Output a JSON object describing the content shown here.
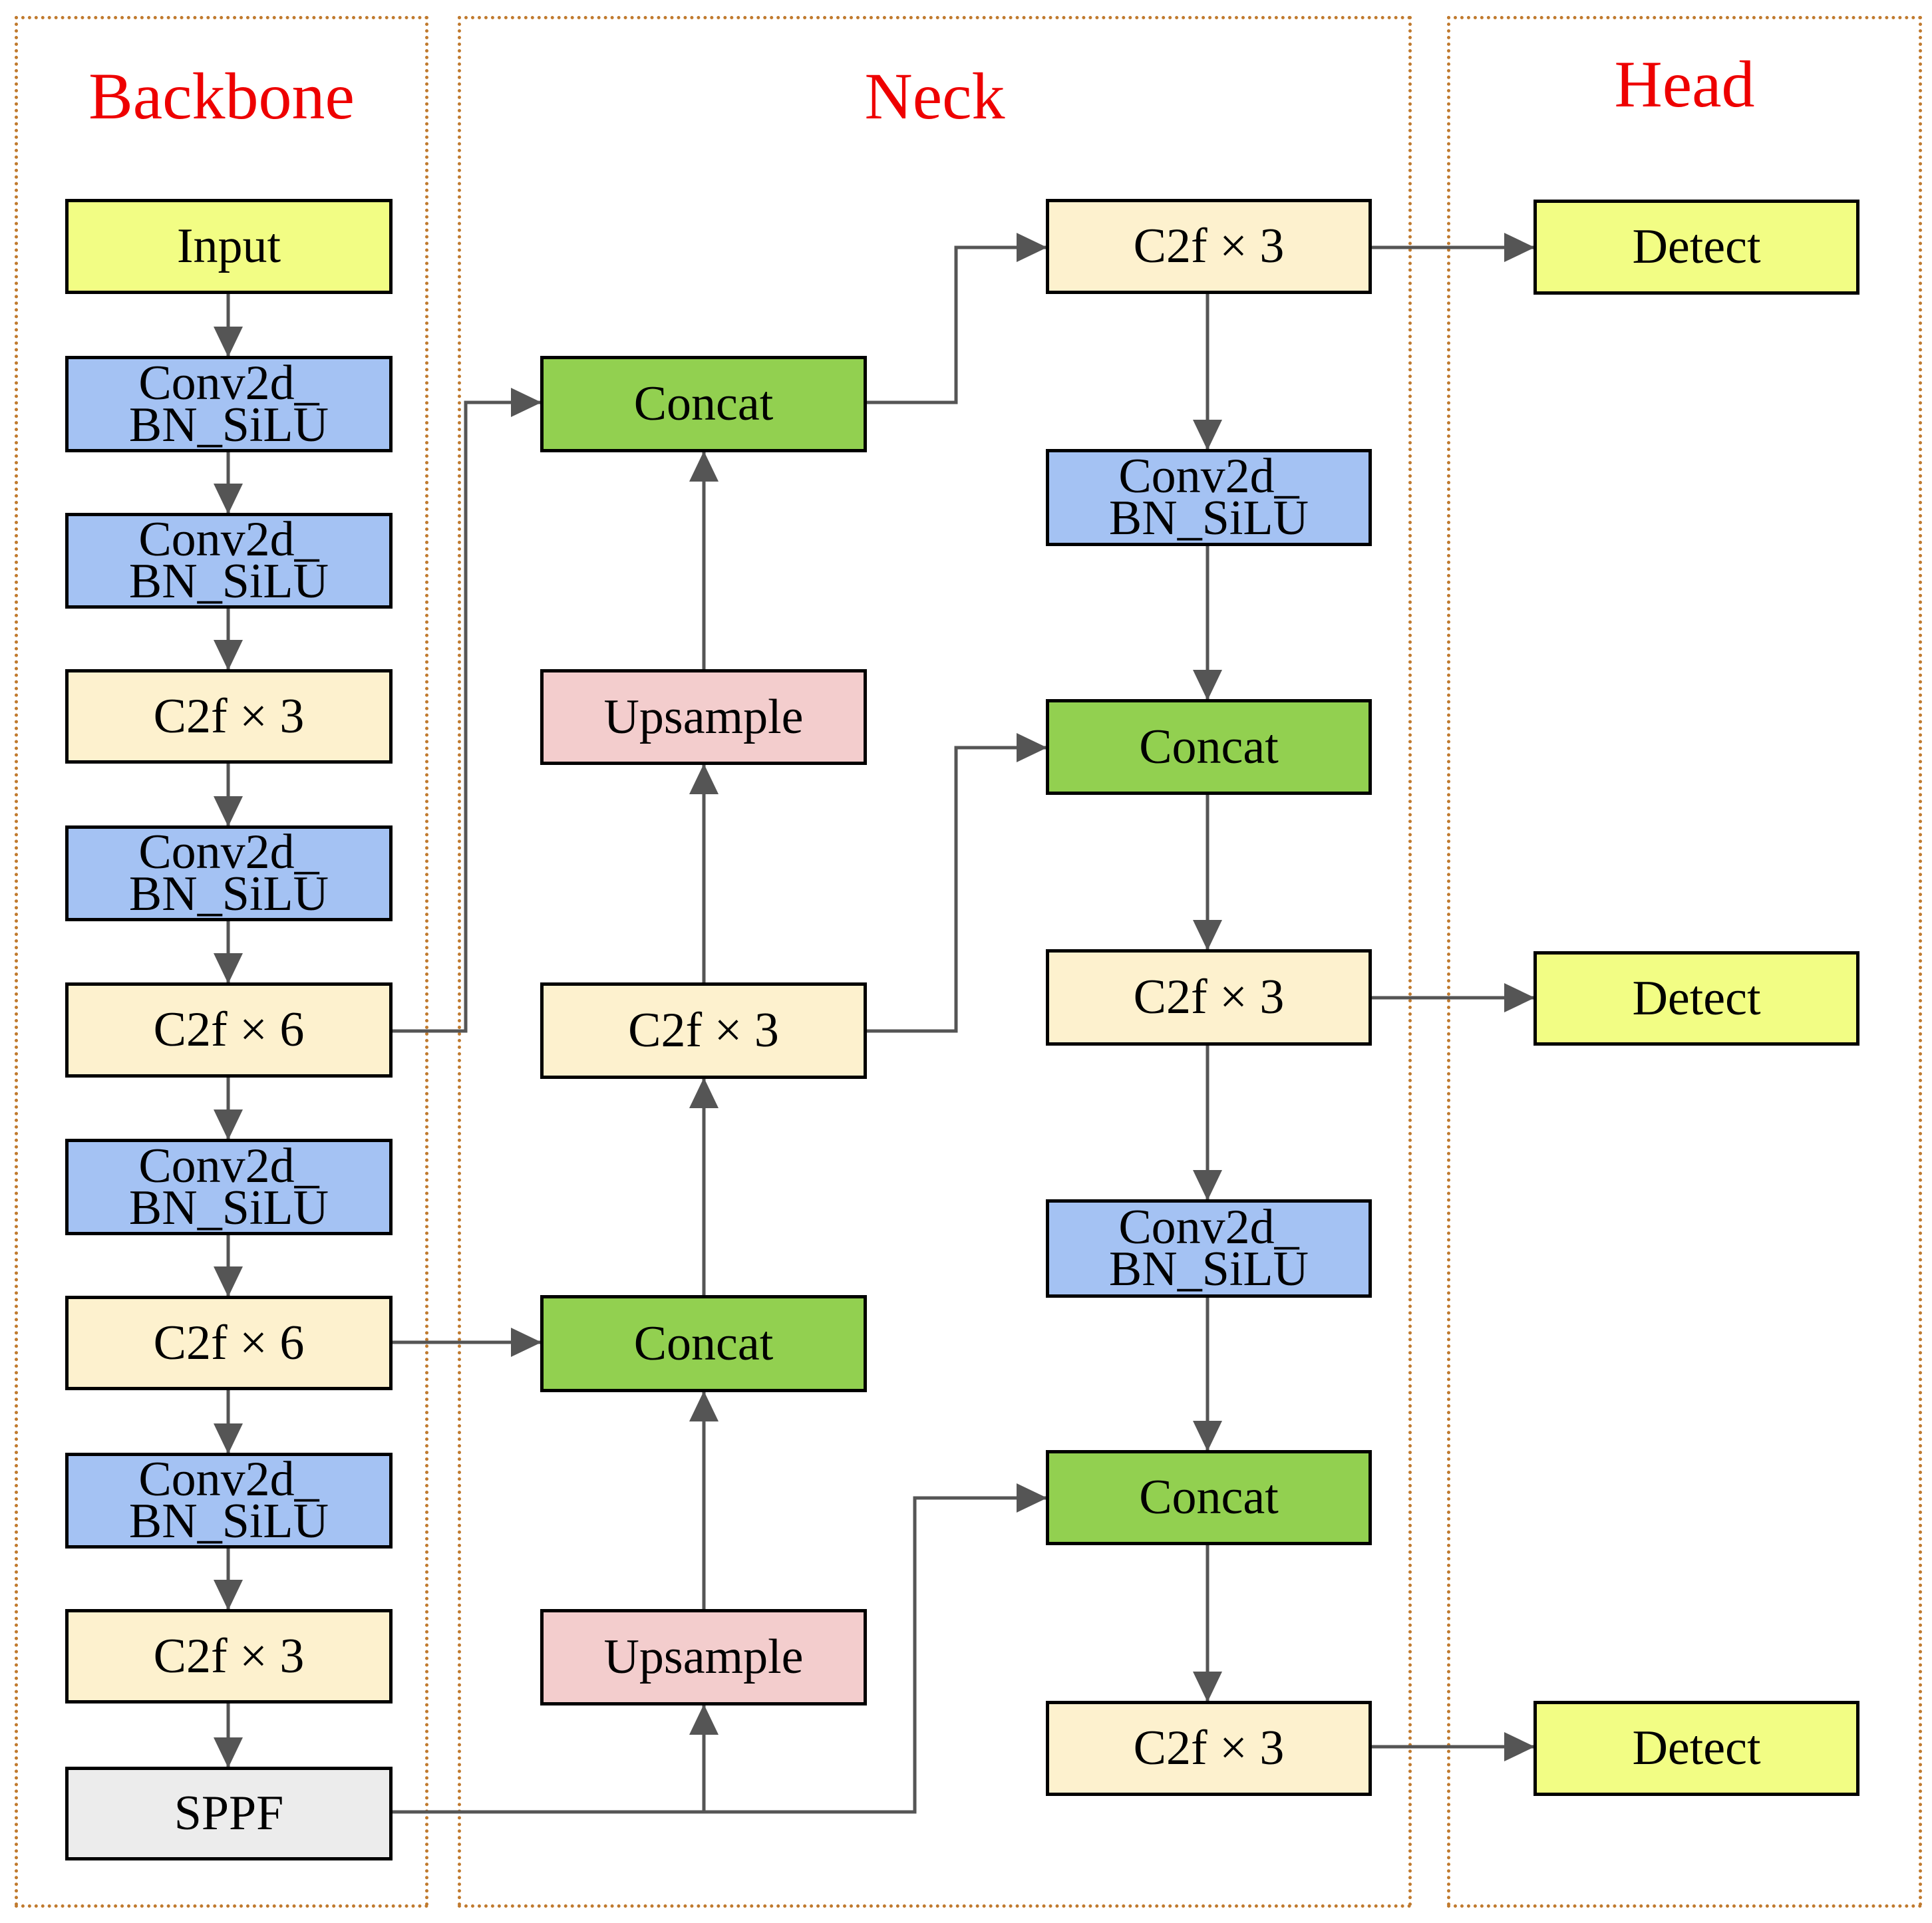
{
  "sections": {
    "backbone": "Backbone",
    "neck": "Neck",
    "head": "Head"
  },
  "colors": {
    "section_border": "#c07a2e",
    "section_title": "#ee0000",
    "input_detect": "#f2fd84",
    "conv": "#a4c2f3",
    "c2f": "#fdf1ce",
    "concat": "#92d050",
    "upsample": "#f3cdcd",
    "sppf": "#ececec",
    "arrow": "#555555"
  },
  "backbone": {
    "input": "Input",
    "conv1": "Conv2d_ BN_SiLU",
    "conv2": "Conv2d_ BN_SiLU",
    "c2f1": "C2f × 3",
    "conv3": "Conv2d_ BN_SiLU",
    "c2f2": "C2f × 6",
    "conv4": "Conv2d_ BN_SiLU",
    "c2f3": "C2f × 6",
    "conv5": "Conv2d_ BN_SiLU",
    "c2f4": "C2f × 3",
    "sppf": "SPPF"
  },
  "neck": {
    "concat1": "Concat",
    "upsample1": "Upsample",
    "c2f1": "C2f × 3",
    "concat2": "Concat",
    "upsample2": "Upsample",
    "c2f_out1": "C2f × 3",
    "conv1": "Conv2d_ BN_SiLU",
    "concat3": "Concat",
    "c2f_out2": "C2f × 3",
    "conv2": "Conv2d_ BN_SiLU",
    "concat4": "Concat",
    "c2f_out3": "C2f × 3"
  },
  "head": {
    "detect1": "Detect",
    "detect2": "Detect",
    "detect3": "Detect"
  }
}
